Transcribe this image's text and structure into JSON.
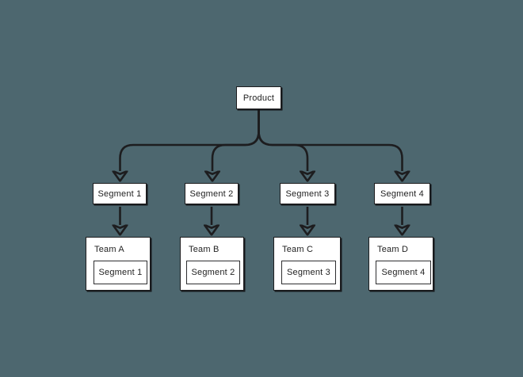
{
  "diagram": {
    "root": {
      "label": "Product"
    },
    "segments": [
      {
        "label": "Segment 1"
      },
      {
        "label": "Segment 2"
      },
      {
        "label": "Segment 3"
      },
      {
        "label": "Segment 4"
      }
    ],
    "teams": [
      {
        "label": "Team A",
        "segment_label": "Segment 1"
      },
      {
        "label": "Team B",
        "segment_label": "Segment 2"
      },
      {
        "label": "Team C",
        "segment_label": "Segment 3"
      },
      {
        "label": "Team D",
        "segment_label": "Segment 4"
      }
    ],
    "colors": {
      "background": "#4d676f",
      "node_fill": "#ffffff",
      "line": "#1d1d1f",
      "text": "#222222"
    }
  }
}
